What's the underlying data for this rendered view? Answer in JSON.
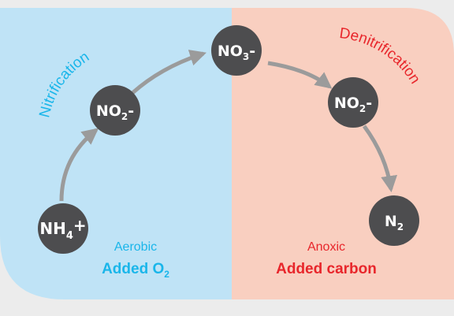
{
  "colors": {
    "aerobic_panel": "#bfe3f6",
    "anoxic_panel": "#f9cfc0",
    "nitrification_text": "#1ab6ea",
    "denitrification_text": "#e8262b",
    "node_fill": "#4d4d4f",
    "arrow": "#9b9b9b"
  },
  "aerobic": {
    "process_label": "Nitrification",
    "condition": "Aerobic",
    "addition_prefix": "Added O",
    "addition_subscript": "2"
  },
  "anoxic": {
    "process_label": "Denitrification",
    "condition": "Anoxic",
    "addition": "Added carbon"
  },
  "nodes": {
    "ammonium": {
      "base": "NH",
      "sub": "4",
      "charge": "+"
    },
    "nitrite_aerobic": {
      "base": "NO",
      "sub": "2",
      "charge": "-"
    },
    "nitrate": {
      "base": "NO",
      "sub": "3",
      "charge": "-"
    },
    "nitrite_anoxic": {
      "base": "NO",
      "sub": "2",
      "charge": "-"
    },
    "nitrogen": {
      "base": "N",
      "sub": "2",
      "charge": ""
    }
  }
}
